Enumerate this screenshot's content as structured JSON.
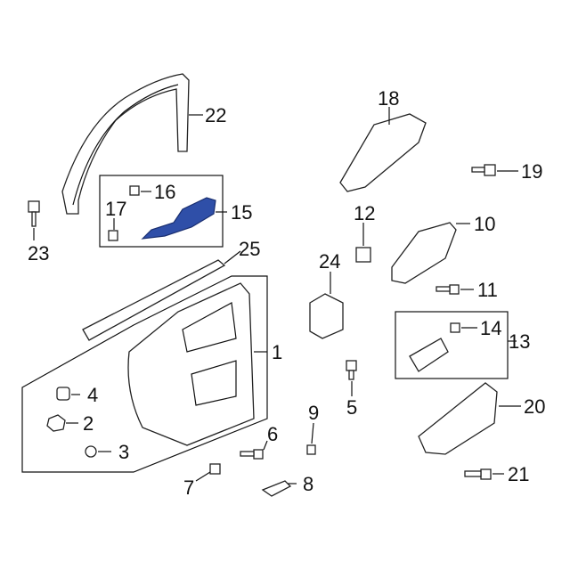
{
  "diagram": {
    "highlight_color": "#2f4fa8",
    "callouts": {
      "p1": "1",
      "p2": "2",
      "p3": "3",
      "p4": "4",
      "p5": "5",
      "p6": "6",
      "p7": "7",
      "p8": "8",
      "p9": "9",
      "p10": "10",
      "p11": "11",
      "p12": "12",
      "p13": "13",
      "p14": "14",
      "p15": "15",
      "p16": "16",
      "p17": "17",
      "p18": "18",
      "p19": "19",
      "p20": "20",
      "p21": "21",
      "p22": "22",
      "p23": "23",
      "p24": "24",
      "p25": "25"
    }
  }
}
